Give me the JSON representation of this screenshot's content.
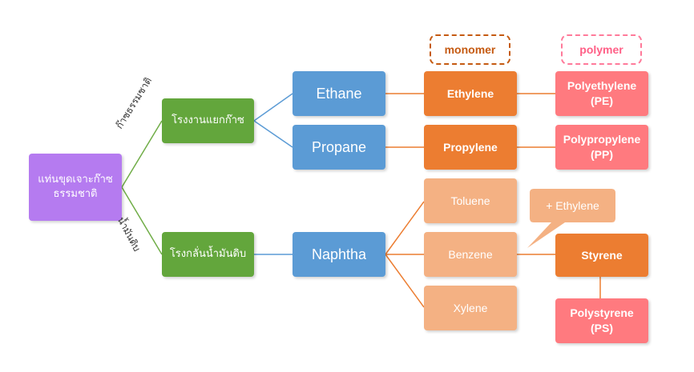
{
  "root": "แท่นขุดเจาะก๊าซ ธรรมชาติ",
  "branches": {
    "upper_label": "ก๊าซธรรมชาติ",
    "lower_label": "น้ำมันดิบ"
  },
  "plants": {
    "gas": "โรงงานแยกก๊าซ",
    "oil": "โรงกลั่นน้ำมันดิบ"
  },
  "feedstocks": {
    "ethane": "Ethane",
    "propane": "Propane",
    "naphtha": "Naphtha"
  },
  "headers": {
    "monomer": "monomer",
    "polymer": "polymer"
  },
  "monomers": {
    "ethylene": "Ethylene",
    "propylene": "Propylene",
    "styrene": "Styrene"
  },
  "aromatics": {
    "toluene": "Toluene",
    "benzene": "Benzene",
    "xylene": "Xylene"
  },
  "callout": "+ Ethylene",
  "polymers": {
    "pe_name": "Polyethylene",
    "pe_abbr": "(PE)",
    "pp_name": "Polypropylene",
    "pp_abbr": "(PP)",
    "ps_name": "Polystyrene",
    "ps_abbr": "(PS)"
  },
  "colors": {
    "purple": "#b57bf0",
    "green": "#63a63c",
    "blue": "#5b9bd5",
    "orange": "#ec7d31",
    "peach": "#f4b183",
    "pink": "#ff7a7f"
  }
}
